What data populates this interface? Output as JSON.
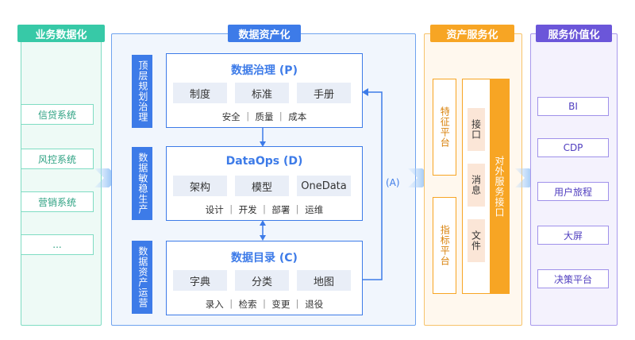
{
  "sections": {
    "business": {
      "title": "业务数据化",
      "items": [
        "信贷系统",
        "风控系统",
        "营销系统",
        "..."
      ]
    },
    "assets": {
      "title": "数据资产化",
      "side_labels": [
        "顶层规划治理",
        "数据敏稳生产",
        "数据资产运营"
      ],
      "cards": [
        {
          "title": "数据治理 (P)",
          "chips": [
            "制度",
            "标准",
            "手册"
          ],
          "sub": "安全 ｜ 质量 ｜ 成本"
        },
        {
          "title": "DataOps (D)",
          "chips": [
            "架构",
            "模型",
            "OneData"
          ],
          "sub": "设计 ｜ 开发 ｜ 部署 ｜ 运维"
        },
        {
          "title": "数据目录 (C)",
          "chips": [
            "字典",
            "分类",
            "地图"
          ],
          "sub": "录入 ｜ 检索 ｜ 变更 ｜ 退役"
        }
      ],
      "loop_label": "(A)"
    },
    "service": {
      "title": "资产服务化",
      "left_boxes": [
        "特征平台",
        "指标平台"
      ],
      "inner_items": [
        "接口",
        "消息",
        "文件"
      ],
      "bar_label": "对外服务接口"
    },
    "value": {
      "title": "服务价值化",
      "items": [
        "BI",
        "CDP",
        "用户旅程",
        "大屏",
        "决策平台"
      ]
    }
  },
  "colors": {
    "green": "#37c9a7",
    "blue": "#3d7be8",
    "orange": "#f7a524",
    "purple": "#6b56d9"
  }
}
